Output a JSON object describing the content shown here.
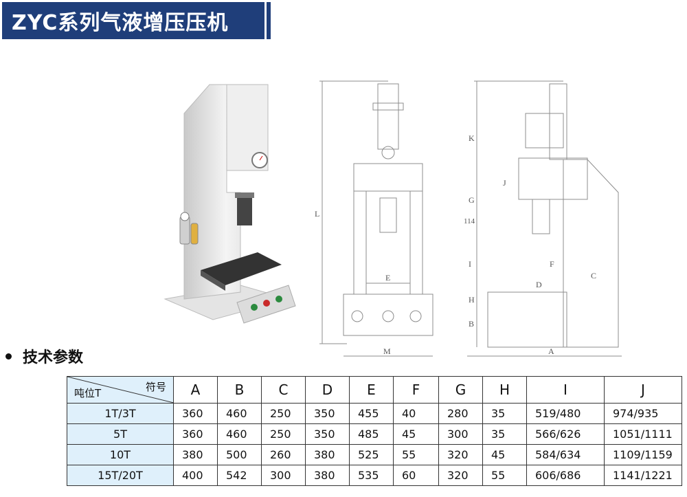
{
  "header": {
    "title": "ZYC系列气液增压压机"
  },
  "drawing_labels": {
    "front": [
      "L",
      "E",
      "M"
    ],
    "side": [
      "K",
      "J",
      "G",
      "114",
      "I",
      "F",
      "D",
      "C",
      "H",
      "B",
      "A"
    ]
  },
  "specs": {
    "heading": "技术参数",
    "corner_top": "符号",
    "corner_bottom": "吨位T",
    "columns": [
      "A",
      "B",
      "C",
      "D",
      "E",
      "F",
      "G",
      "H",
      "I",
      "J"
    ],
    "rows": [
      {
        "tonnage": "1T/3T",
        "values": [
          "360",
          "460",
          "250",
          "350",
          "455",
          "40",
          "280",
          "35",
          "519/480",
          "974/935"
        ]
      },
      {
        "tonnage": "5T",
        "values": [
          "360",
          "460",
          "250",
          "350",
          "485",
          "45",
          "300",
          "35",
          "566/626",
          "1051/1111"
        ]
      },
      {
        "tonnage": "10T",
        "values": [
          "380",
          "500",
          "260",
          "380",
          "525",
          "55",
          "320",
          "45",
          "584/634",
          "1109/1159"
        ]
      },
      {
        "tonnage": "15T/20T",
        "values": [
          "400",
          "542",
          "300",
          "380",
          "535",
          "60",
          "320",
          "55",
          "606/686",
          "1141/1221"
        ]
      }
    ]
  }
}
